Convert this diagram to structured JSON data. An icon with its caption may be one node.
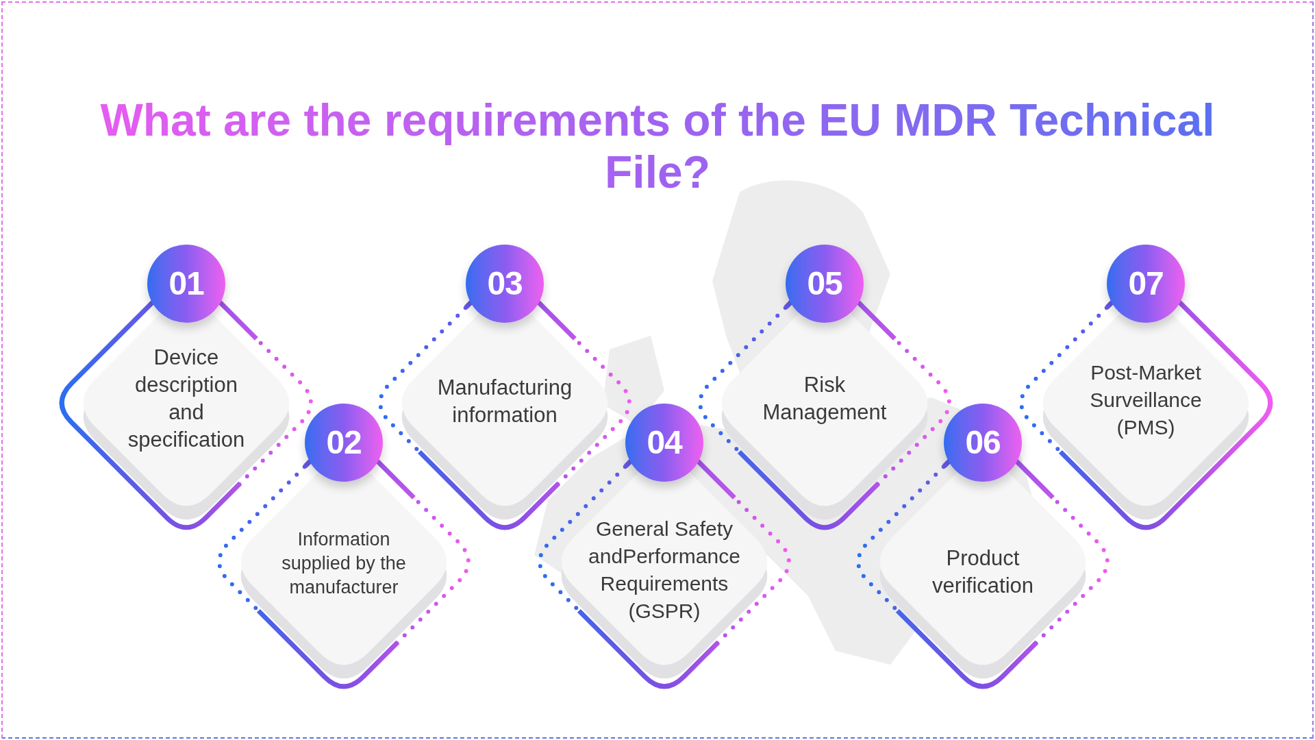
{
  "diagram": {
    "title": "What are the requirements of the EU MDR Technical File?",
    "nodes": [
      {
        "text": [
          "01",
          "Device description and specification"
        ]
      },
      {
        "text": [
          "02",
          "Information supplied by the manufacturer"
        ]
      },
      {
        "text": [
          "03",
          "Manufacturing information"
        ]
      },
      {
        "text": [
          "04",
          "General Safety andPerformance Requirements (GSPR)"
        ]
      },
      {
        "text": [
          "05",
          "Risk Management"
        ]
      },
      {
        "text": [
          "06",
          "Product verification"
        ]
      },
      {
        "text": [
          "07",
          "Post-Market Surveillance (PMS)"
        ]
      }
    ]
  }
}
